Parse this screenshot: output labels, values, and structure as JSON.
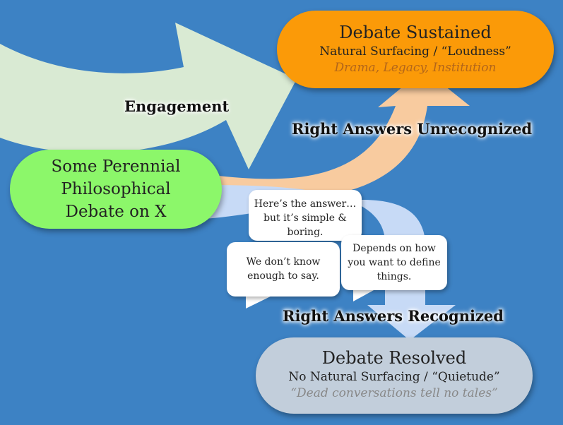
{
  "nodes": {
    "start": {
      "line1": "Some Perennial",
      "line2": "Philosophical",
      "line3": "Debate on X"
    },
    "sustained": {
      "title": "Debate Sustained",
      "subtitle": "Natural Surfacing / “Loudness”",
      "note": "Drama, Legacy, Institution"
    },
    "resolved": {
      "title": "Debate Resolved",
      "subtitle": "No Natural Surfacing / “Quietude”",
      "note": "“Dead conversations tell no tales”"
    }
  },
  "labels": {
    "engagement": "Engagement",
    "unrecognized": "Right Answers Unrecognized",
    "recognized": "Right Answers Recognized"
  },
  "bubbles": {
    "answer": "Here’s the answer… but it’s simple & boring.",
    "dont_know": "We don’t know enough to say.",
    "depends": "Depends on how you want to define things."
  },
  "colors": {
    "background": "#3d82c4",
    "start": "#8cf76a",
    "sustained": "#fb9a08",
    "resolved": "#c2cedb",
    "engagement_arrow": "#d9ead3",
    "unrecognized_arrow": "#f8cb9f",
    "recognized_arrow": "#c7daf6"
  }
}
